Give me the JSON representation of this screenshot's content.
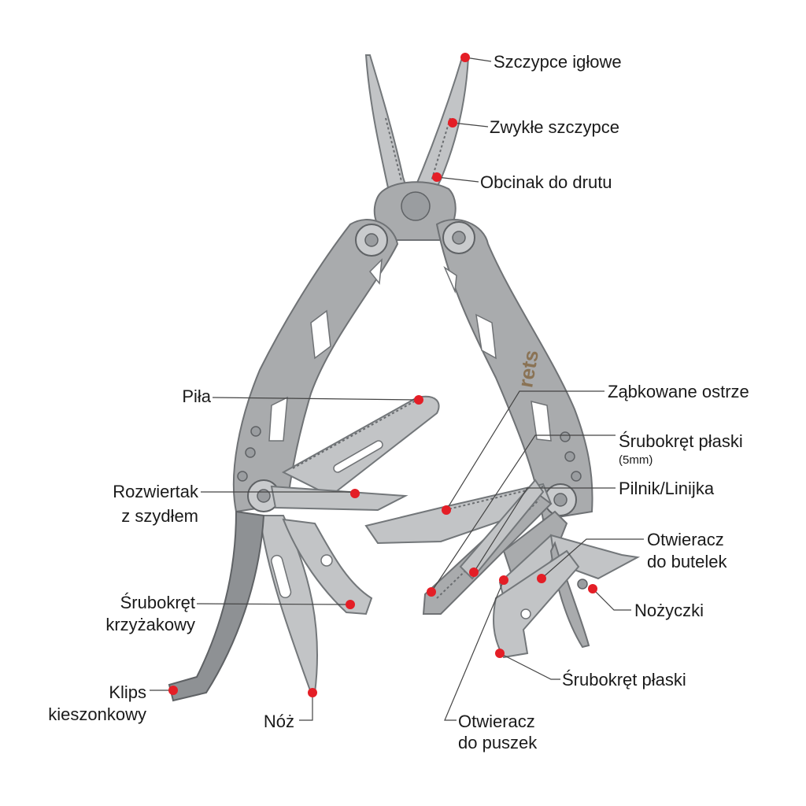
{
  "brand": "rets",
  "colors": {
    "callout_dot": "#e41e26",
    "steel": "#a9abad",
    "leader_line": "#444444",
    "label_text": "#1a1a1a"
  },
  "labels": {
    "needle_nose_pliers": "Szczypce igłowe",
    "regular_pliers": "Zwykłe szczypce",
    "wire_cutter": "Obcinak do drutu",
    "saw": "Piła",
    "serrated_blade": "Ząbkowane ostrze",
    "flat_screwdriver_5mm": "Śrubokręt płaski",
    "flat_screwdriver_5mm_note": "(5mm)",
    "reamer_awl_line1": "Rozwiertak",
    "reamer_awl_line2": "z szydłem",
    "file_ruler": "Pilnik/Linijka",
    "bottle_opener_line1": "Otwieracz",
    "bottle_opener_line2": "do butelek",
    "phillips_line1": "Śrubokręt",
    "phillips_line2": "krzyżakowy",
    "scissors": "Nożyczki",
    "flat_screwdriver": "Śrubokręt płaski",
    "pocket_clip_line1": "Klips",
    "pocket_clip_line2": "kieszonkowy",
    "knife": "Nóż",
    "can_opener_line1": "Otwieracz",
    "can_opener_line2": "do puszek"
  }
}
